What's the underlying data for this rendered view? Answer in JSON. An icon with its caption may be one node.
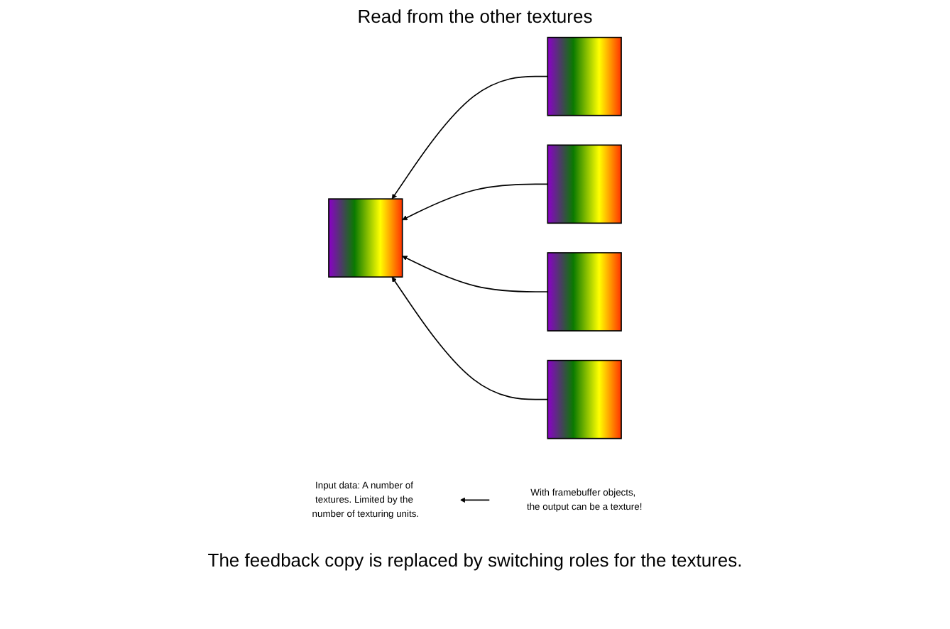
{
  "diagram": {
    "nodes": [
      {
        "text": [],
        "shape": "picture"
      },
      {
        "text": [],
        "shape": "picture"
      },
      {
        "text": [],
        "shape": "picture"
      },
      {
        "text": [],
        "shape": "picture"
      },
      {
        "text": [],
        "shape": "picture"
      },
      {
        "text": [
          "With framebuffer objects, the output can be a texture!"
        ]
      },
      {
        "text": [
          "Input data: A number of textures. Limited by the number of texturing units."
        ]
      }
    ],
    "edges": [
      {
        "from": 4,
        "to": 0,
        "arrow": "to"
      },
      {
        "from": 3,
        "to": 0,
        "arrow": "to"
      },
      {
        "from": 2,
        "to": 0,
        "arrow": "to"
      },
      {
        "from": 1,
        "to": 0,
        "arrow": "to"
      },
      {
        "from": 5,
        "to": 6,
        "arrow": "to"
      }
    ],
    "labels": [
      "Read from the other textures",
      "The feedback copy is replaced by switching roles for the textures."
    ]
  }
}
